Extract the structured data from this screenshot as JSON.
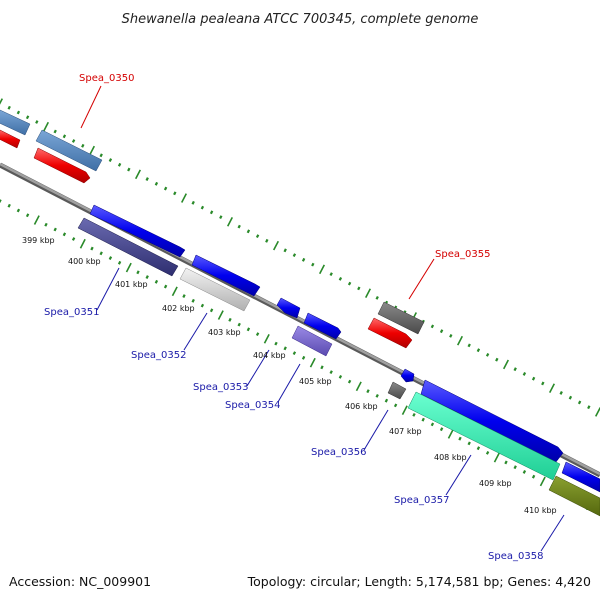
{
  "title": "Shewanella pealeana ATCC 700345, complete genome",
  "accession": "Accession: NC_009901",
  "topology": "Topology: circular; Length: 5,174,581 bp; Genes: 4,420",
  "colors": {
    "backbone": "#8c8c8c",
    "tick_major": "#2a8a2a",
    "label_red": "#d40000",
    "label_blue": "#1a1aa8"
  },
  "kbp_labels": [
    "399 kbp",
    "400 kbp",
    "401 kbp",
    "402 kbp",
    "403 kbp",
    "404 kbp",
    "405 kbp",
    "406 kbp",
    "407 kbp",
    "408 kbp",
    "409 kbp",
    "410 kbp"
  ],
  "genes": [
    {
      "id": "Spea_0350",
      "label": "Spea_0350",
      "color": "#d40000"
    },
    {
      "id": "Spea_0351",
      "label": "Spea_0351",
      "color": "#1a1aa8"
    },
    {
      "id": "Spea_0352",
      "label": "Spea_0352",
      "color": "#1a1aa8"
    },
    {
      "id": "Spea_0353",
      "label": "Spea_0353",
      "color": "#1a1aa8"
    },
    {
      "id": "Spea_0354",
      "label": "Spea_0354",
      "color": "#1a1aa8"
    },
    {
      "id": "Spea_0355",
      "label": "Spea_0355",
      "color": "#d40000"
    },
    {
      "id": "Spea_0356",
      "label": "Spea_0356",
      "color": "#1a1aa8"
    },
    {
      "id": "Spea_0357",
      "label": "Spea_0357",
      "color": "#1a1aa8"
    },
    {
      "id": "Spea_0358",
      "label": "Spea_0358",
      "color": "#1a1aa8"
    }
  ]
}
